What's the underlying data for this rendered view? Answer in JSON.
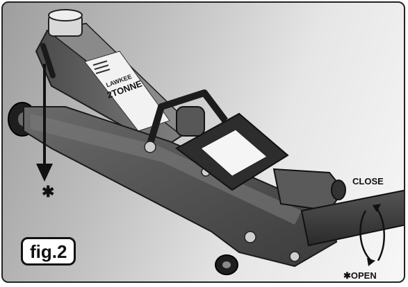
{
  "figure": {
    "label": "fig.2",
    "subject": "floor-jack"
  },
  "instructions": {
    "close_label": "CLOSE",
    "open_label": "✱OPEN",
    "pump_marker": "✱"
  },
  "product_label": {
    "brand": "LAWKEE",
    "model": "2TONNE"
  },
  "colors": {
    "body_dark": "#3a3a3a",
    "body_mid": "#6e6e6e",
    "arrow": "#111111",
    "background_light": "#f7f7f7"
  }
}
